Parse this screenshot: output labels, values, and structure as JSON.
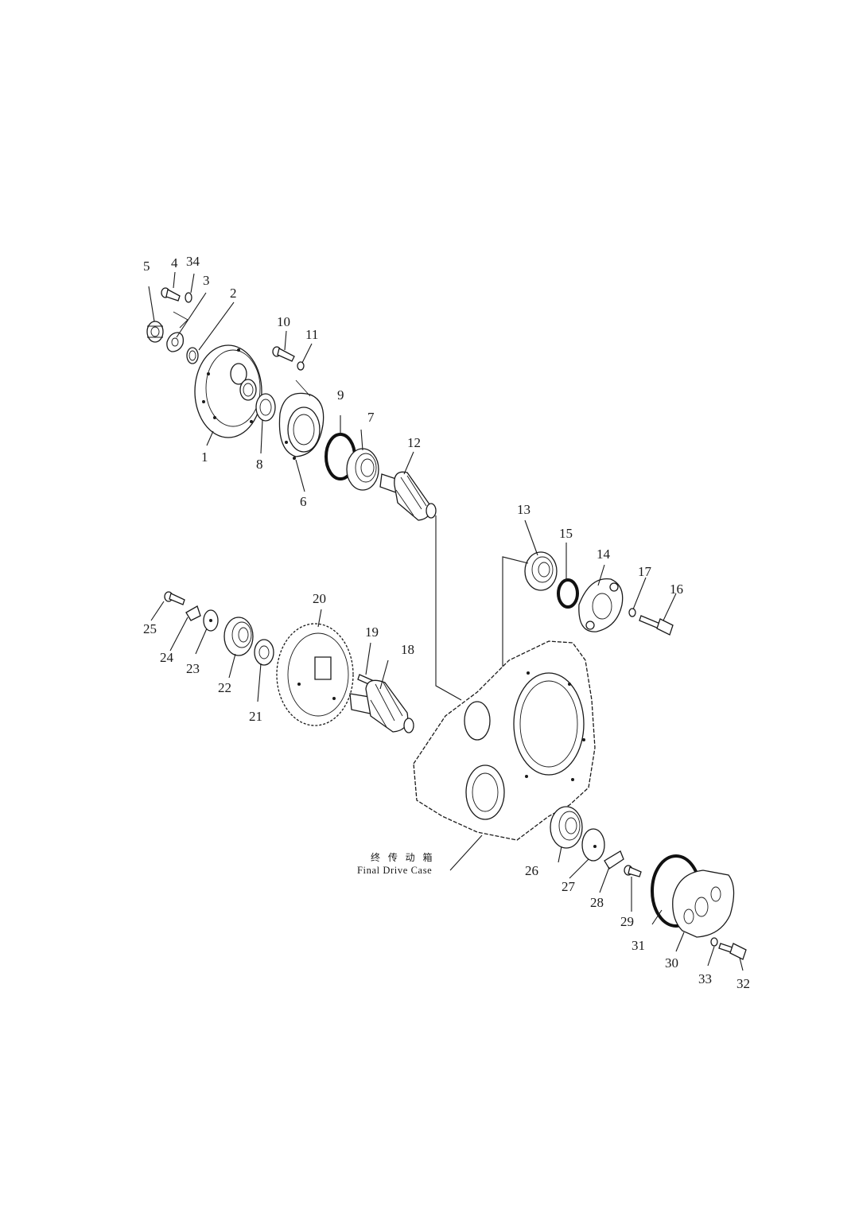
{
  "diagram": {
    "case_caption_cn": "终 传 动 箱",
    "case_caption_en": "Final Drive Case",
    "callouts": [
      {
        "id": "c1",
        "label": "1"
      },
      {
        "id": "c2",
        "label": "2"
      },
      {
        "id": "c3",
        "label": "3"
      },
      {
        "id": "c4",
        "label": "4"
      },
      {
        "id": "c5",
        "label": "5"
      },
      {
        "id": "c6",
        "label": "6"
      },
      {
        "id": "c7",
        "label": "7"
      },
      {
        "id": "c8",
        "label": "8"
      },
      {
        "id": "c9",
        "label": "9"
      },
      {
        "id": "c10",
        "label": "10"
      },
      {
        "id": "c11",
        "label": "11"
      },
      {
        "id": "c12",
        "label": "12"
      },
      {
        "id": "c13",
        "label": "13"
      },
      {
        "id": "c14",
        "label": "14"
      },
      {
        "id": "c15",
        "label": "15"
      },
      {
        "id": "c16",
        "label": "16"
      },
      {
        "id": "c17",
        "label": "17"
      },
      {
        "id": "c18",
        "label": "18"
      },
      {
        "id": "c19",
        "label": "19"
      },
      {
        "id": "c20",
        "label": "20"
      },
      {
        "id": "c21",
        "label": "21"
      },
      {
        "id": "c22",
        "label": "22"
      },
      {
        "id": "c23",
        "label": "23"
      },
      {
        "id": "c24",
        "label": "24"
      },
      {
        "id": "c25",
        "label": "25"
      },
      {
        "id": "c26",
        "label": "26"
      },
      {
        "id": "c27",
        "label": "27"
      },
      {
        "id": "c28",
        "label": "28"
      },
      {
        "id": "c29",
        "label": "29"
      },
      {
        "id": "c30",
        "label": "30"
      },
      {
        "id": "c31",
        "label": "31"
      },
      {
        "id": "c32",
        "label": "32"
      },
      {
        "id": "c33",
        "label": "33"
      },
      {
        "id": "c34",
        "label": "34"
      }
    ]
  }
}
